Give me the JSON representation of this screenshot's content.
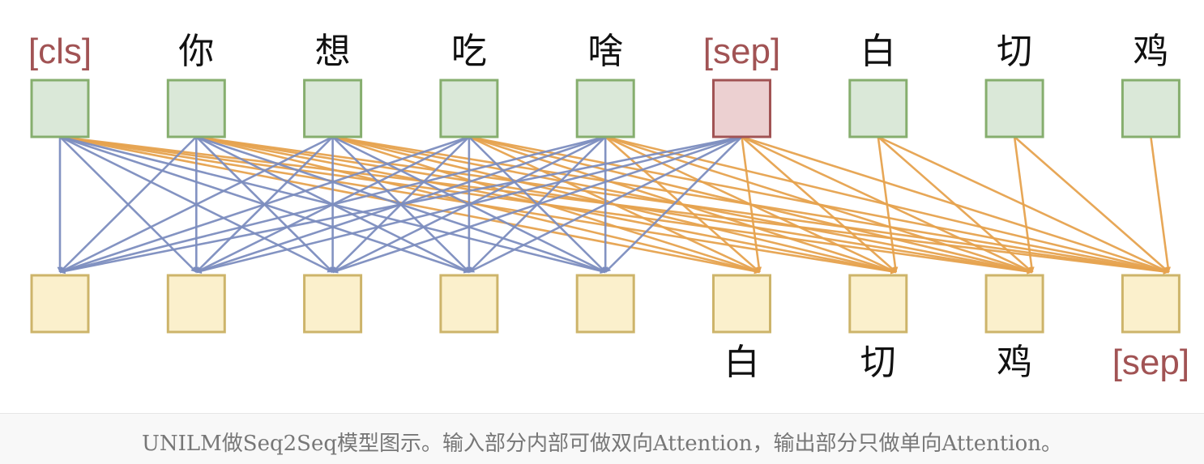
{
  "tokens": [
    {
      "text": "[cls]",
      "special": true
    },
    {
      "text": "你",
      "special": false
    },
    {
      "text": "想",
      "special": false
    },
    {
      "text": "吃",
      "special": false
    },
    {
      "text": "啥",
      "special": false
    },
    {
      "text": "[sep]",
      "special": true
    },
    {
      "text": "白",
      "special": false
    },
    {
      "text": "切",
      "special": false
    },
    {
      "text": "鸡",
      "special": false
    }
  ],
  "outputs": [
    {
      "text": "",
      "special": false
    },
    {
      "text": "",
      "special": false
    },
    {
      "text": "",
      "special": false
    },
    {
      "text": "",
      "special": false
    },
    {
      "text": "",
      "special": false
    },
    {
      "text": "白",
      "special": false
    },
    {
      "text": "切",
      "special": false
    },
    {
      "text": "鸡",
      "special": false
    },
    {
      "text": "[sep]",
      "special": true
    }
  ],
  "source_length": 6,
  "caption": "UNILM做Seq2Seq模型图示。输入部分内部可做双向Attention，输出部分只做单向Attention。",
  "colors": {
    "input_box_fill": "#dae8d8",
    "input_box_stroke": "#86ae6e",
    "sep_box_fill": "#ecd0d1",
    "sep_box_stroke": "#a15354",
    "output_box_fill": "#fbf0cc",
    "output_box_stroke": "#cdb46a",
    "bidirectional_arrow": "#7c8dbf",
    "unidirectional_arrow": "#e6a24e",
    "token_text": "#111111",
    "special_text": "#a15354"
  }
}
